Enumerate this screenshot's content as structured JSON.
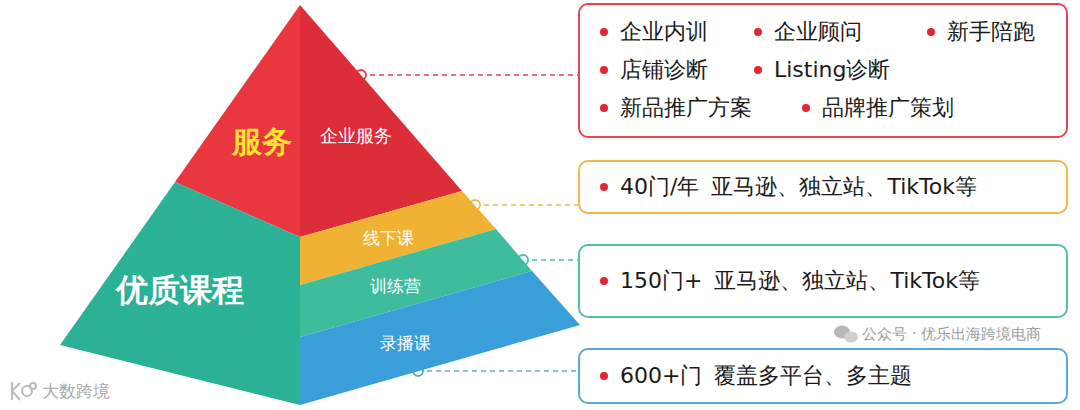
{
  "diagram": {
    "nodes": [
      {
        "text": [
          "服务"
        ]
      },
      {
        "text": [
          "企业服务"
        ]
      },
      {
        "text": [
          "优质课程"
        ]
      },
      {
        "text": [
          "线下课"
        ]
      },
      {
        "text": [
          "训练营"
        ]
      },
      {
        "text": [
          "录播课"
        ]
      },
      {
        "text": [
          "企业内训",
          "企业顾问",
          "新手陪跑",
          "店铺诊断",
          "Listing诊断",
          "新品推广方案",
          "品牌推广策划"
        ]
      },
      {
        "text": [
          "40门/年",
          "亚马逊、独立站、TikTok等"
        ]
      },
      {
        "text": [
          "150门+",
          "亚马逊、独立站、TikTok等"
        ]
      },
      {
        "text": [
          "600+门",
          "覆盖多平台、多主题"
        ]
      }
    ],
    "edges": [
      {
        "from": 1,
        "to": 6,
        "arrow": "none"
      },
      {
        "from": 3,
        "to": 7,
        "arrow": "none"
      },
      {
        "from": 4,
        "to": 8,
        "arrow": "none"
      },
      {
        "from": 5,
        "to": 9,
        "arrow": "none"
      }
    ],
    "labels": [
      "公众号 · 优乐出海跨境电商",
      "大数跨境"
    ]
  }
}
